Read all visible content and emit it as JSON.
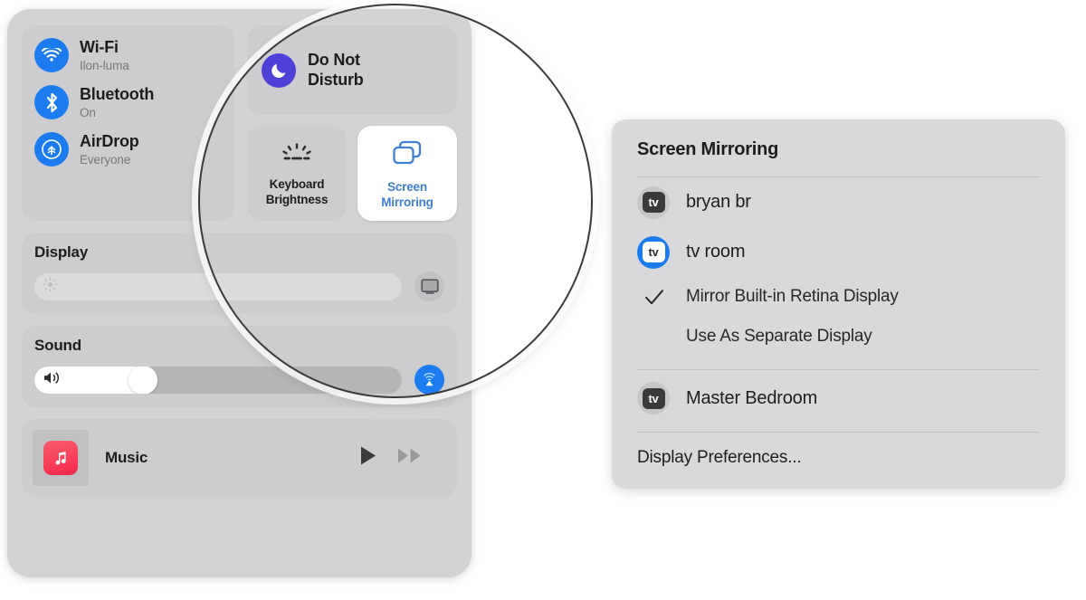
{
  "control_center": {
    "toggles": [
      {
        "icon": "wifi-icon",
        "title": "Wi-Fi",
        "subtitle": "Ilon-luma"
      },
      {
        "icon": "bluetooth-icon",
        "title": "Bluetooth",
        "subtitle": "On"
      },
      {
        "icon": "airdrop-icon",
        "title": "AirDrop",
        "subtitle": "Everyone"
      }
    ],
    "do_not_disturb": {
      "icon": "moon-icon",
      "label_line1": "Do Not",
      "label_line2": "Disturb"
    },
    "tiles": [
      {
        "icon": "keyboard-brightness-icon",
        "label_line1": "Keyboard",
        "label_line2": "Brightness",
        "active": false
      },
      {
        "icon": "screen-mirroring-icon",
        "label_line1": "Screen",
        "label_line2": "Mirroring",
        "active": true
      }
    ],
    "display": {
      "title": "Display",
      "slider_icon": "brightness-icon",
      "slider_value": 0,
      "side_button_icon": "display-icon"
    },
    "sound": {
      "title": "Sound",
      "slider_icon": "speaker-icon",
      "slider_value": 31,
      "side_button_icon": "airplay-audio-icon"
    },
    "music": {
      "album_icon": "apple-music-icon",
      "title": "Music",
      "play_icon": "play-icon",
      "forward_icon": "fast-forward-icon"
    }
  },
  "screen_mirroring_menu": {
    "title": "Screen Mirroring",
    "devices": [
      {
        "icon": "apple-tv-icon",
        "name": "bryan br",
        "selected": false
      },
      {
        "icon": "apple-tv-icon",
        "name": "tv room",
        "selected": true
      }
    ],
    "mirror_options": [
      {
        "label": "Mirror Built-in Retina Display",
        "checked": true
      },
      {
        "label": "Use As Separate Display",
        "checked": false
      }
    ],
    "second_device": {
      "icon": "apple-tv-icon",
      "name": "Master Bedroom",
      "selected": false
    },
    "footer": "Display Preferences..."
  },
  "colors": {
    "accent_blue": "#1a7cef",
    "dnd_purple": "#4f40d8",
    "mirroring_label_blue": "#3f7fd4",
    "music_red": "#f2294a",
    "panel_grey": "#d3d3d5",
    "group_grey": "#cdcdcf",
    "menu_grey": "#d9d9db"
  },
  "atv_badge_text": "tv"
}
